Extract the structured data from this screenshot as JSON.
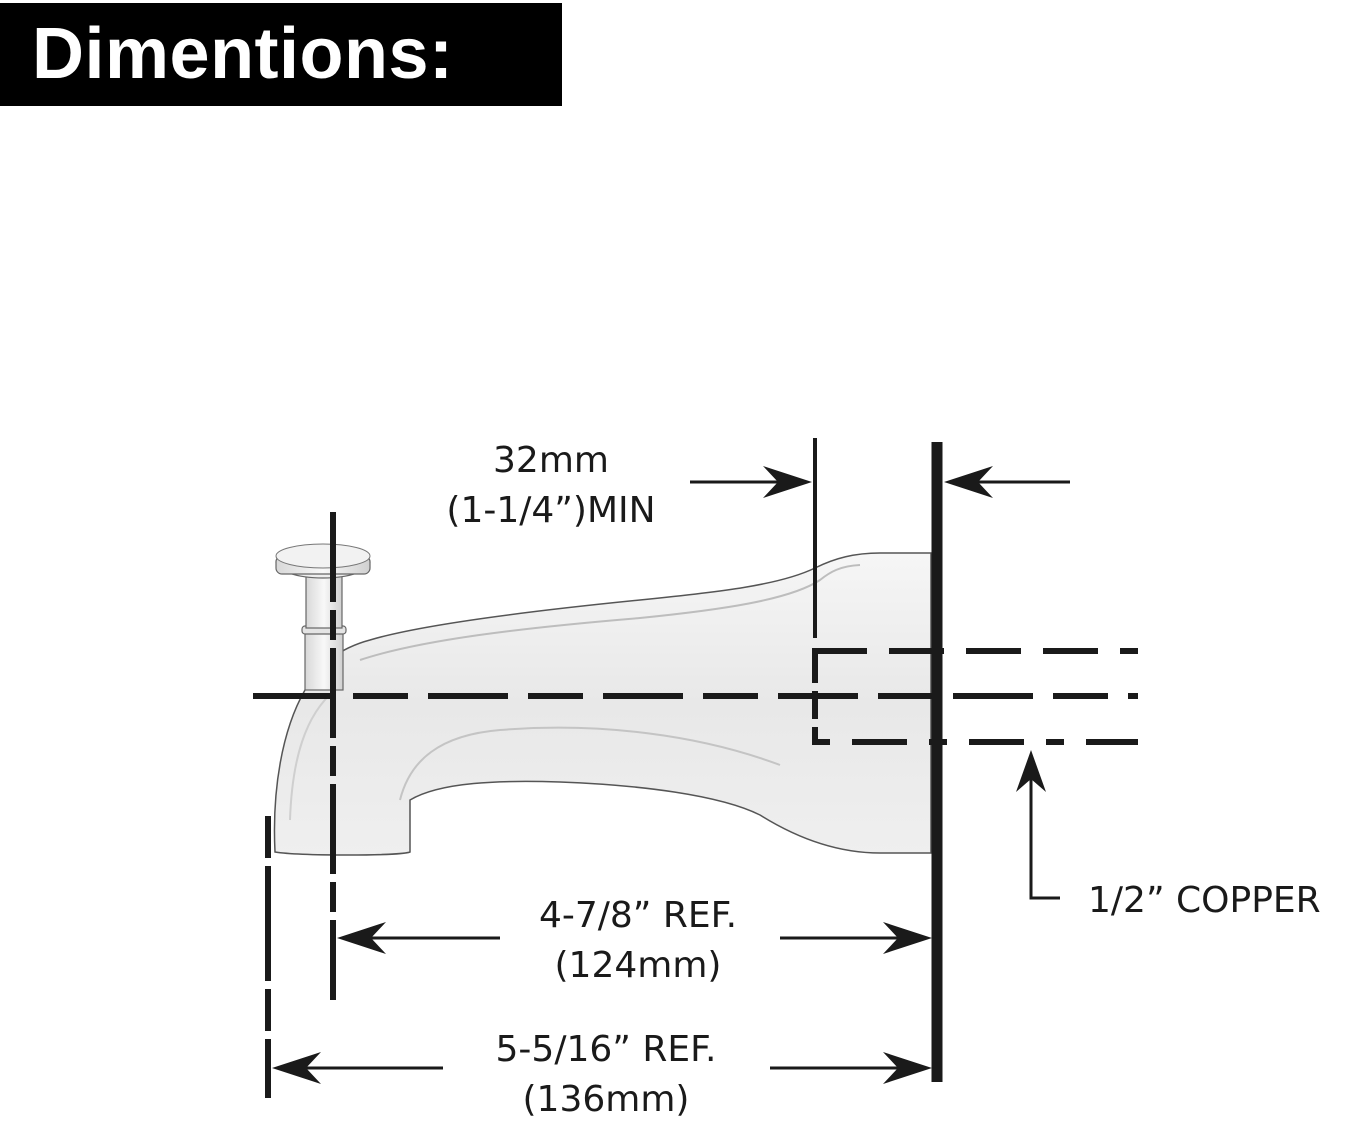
{
  "header": {
    "title": "Dimentions:"
  },
  "diagram": {
    "subject": "tub spout with diverter",
    "colors": {
      "ink": "#1a1a1a",
      "spout_fill": "#ececec",
      "spout_edge": "#555555",
      "title_bg": "#000000",
      "title_text": "#ffffff"
    },
    "dimensions": {
      "min_insertion": {
        "line1": "32mm",
        "line2": "(1-1/4”)MIN"
      },
      "centerline_to_wall": {
        "line1": "4-7/8” REF.",
        "line2": "(124mm)"
      },
      "tip_to_wall": {
        "line1": "5-5/16” REF.",
        "line2": "(136mm)"
      },
      "pipe": {
        "label": "1/2” COPPER"
      }
    }
  }
}
